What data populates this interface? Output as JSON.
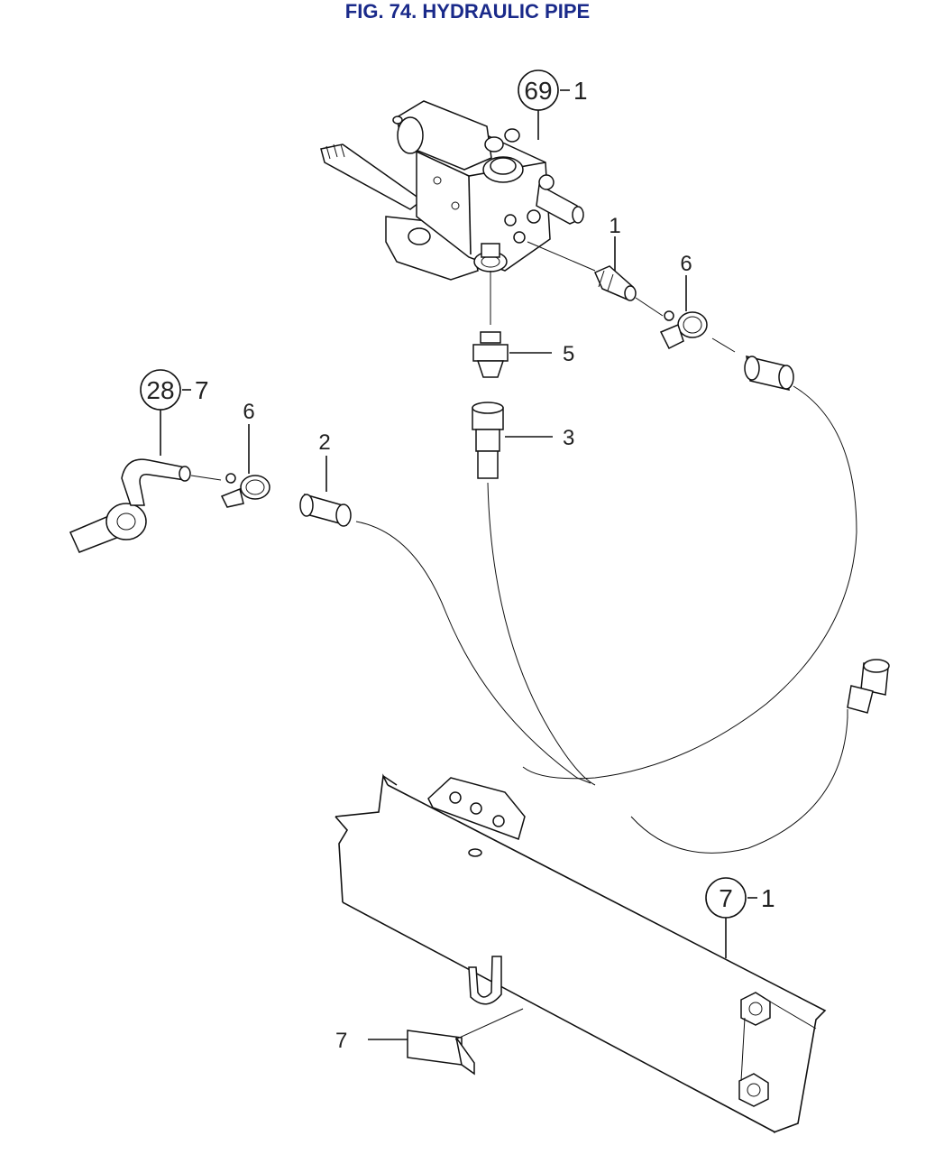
{
  "title": "FIG. 74. HYDRAULIC PIPE",
  "refs": {
    "r69": {
      "circle": "69",
      "suffix": "1"
    },
    "r28": {
      "circle": "28",
      "suffix": "7"
    },
    "r7": {
      "circle": "7",
      "suffix": "1"
    }
  },
  "labels": {
    "p1": "1",
    "p6a": "6",
    "p5": "5",
    "p6b": "6",
    "p2": "2",
    "p3": "3",
    "p7": "7"
  }
}
